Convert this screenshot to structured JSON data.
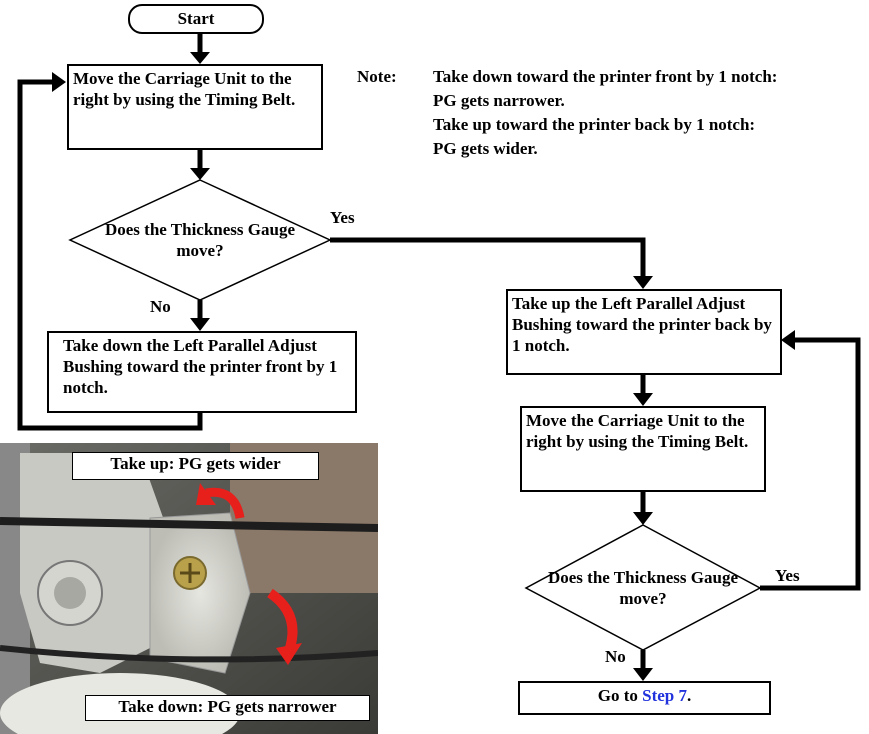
{
  "start": "Start",
  "left_steps": {
    "move_carriage": "Move the Carriage Unit to the right by using the Timing Belt.",
    "decision": "Does the Thickness Gauge move?",
    "yes": "Yes",
    "no": "No",
    "take_down": "Take down the Left Parallel Adjust Bushing toward the printer front by 1 notch."
  },
  "note": {
    "label": "Note:",
    "lines": [
      "Take down toward the printer front by 1 notch:",
      "PG gets narrower.",
      "Take up toward the printer back by 1 notch:",
      "PG gets wider."
    ]
  },
  "right_steps": {
    "take_up": "Take up the Left Parallel Adjust Bushing toward the printer back by 1 notch.",
    "move_carriage": "Move the Carriage Unit to the right by using the Timing Belt.",
    "decision": "Does the Thickness Gauge move?",
    "yes": "Yes",
    "no": "No",
    "goto_prefix": "Go to ",
    "goto_link": "Step 7",
    "goto_suffix": "."
  },
  "photo": {
    "caption_top": "Take up: PG gets wider",
    "caption_bottom": "Take down: PG gets narrower"
  },
  "colors": {
    "link": "#2233dd",
    "arrow_red": "#e8201c"
  }
}
